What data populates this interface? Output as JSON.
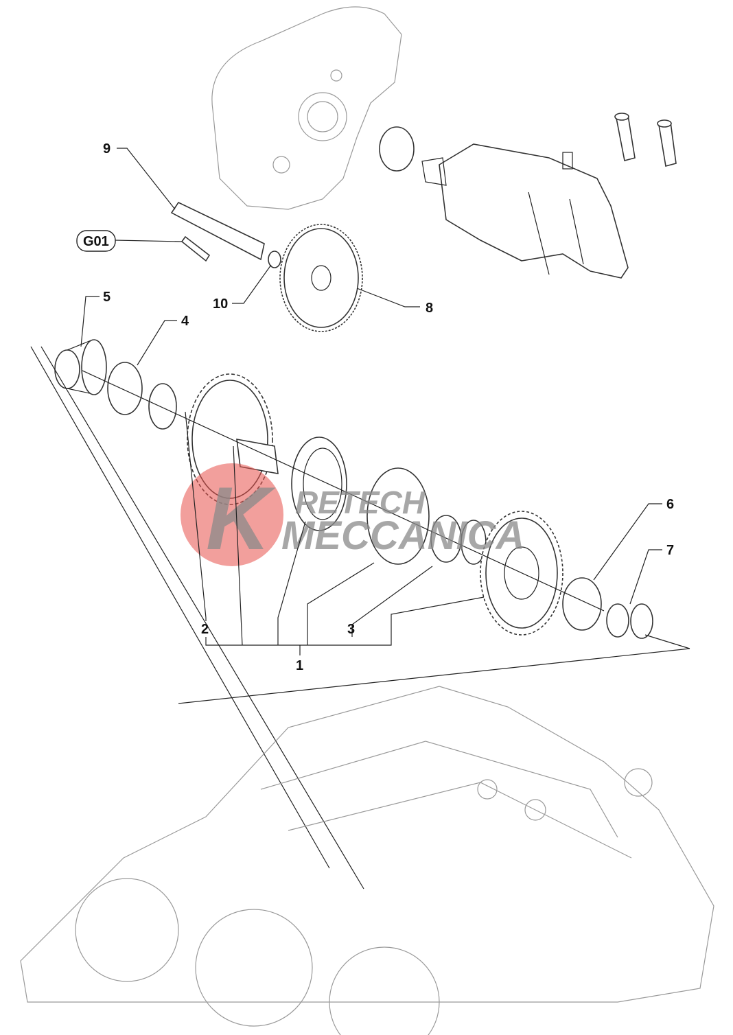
{
  "diagram": {
    "callouts": [
      {
        "id": "1",
        "label": "1"
      },
      {
        "id": "2",
        "label": "2"
      },
      {
        "id": "3",
        "label": "3"
      },
      {
        "id": "4",
        "label": "4"
      },
      {
        "id": "5",
        "label": "5"
      },
      {
        "id": "6",
        "label": "6"
      },
      {
        "id": "7",
        "label": "7"
      },
      {
        "id": "8",
        "label": "8"
      },
      {
        "id": "9",
        "label": "9"
      },
      {
        "id": "10",
        "label": "10"
      }
    ],
    "group_tag": "G01",
    "watermark": "KRETECH MECCANICA",
    "colors": {
      "line": "#222222",
      "watermark_red": "#e8504a",
      "watermark_gray": "#8a8a8a"
    }
  }
}
